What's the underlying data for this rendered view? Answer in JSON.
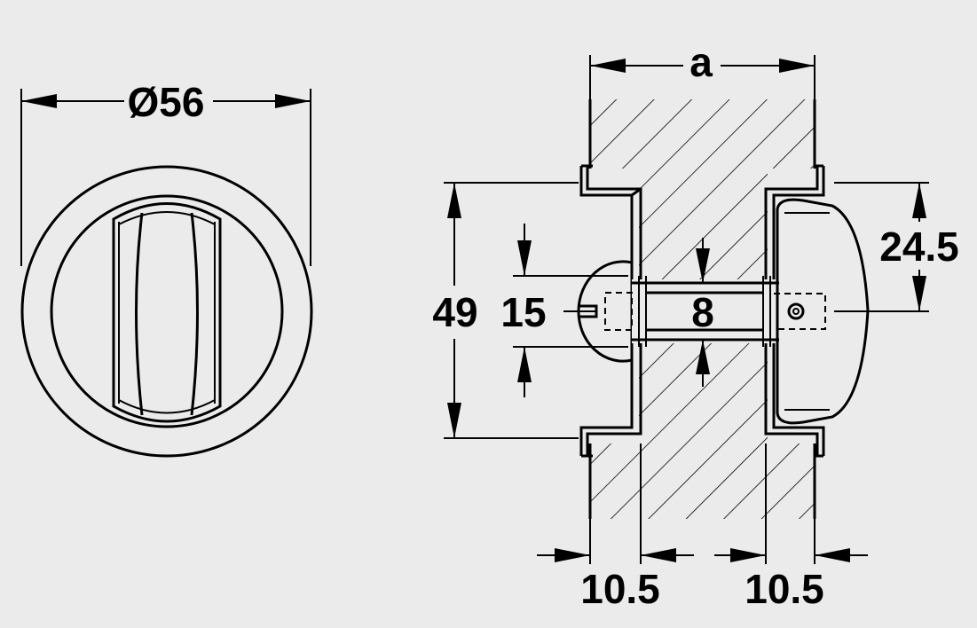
{
  "colors": {
    "background": "#ebebeb",
    "lines": "#000000"
  },
  "labels": {
    "diameter": "Ø56",
    "door_thickness": "a",
    "height": "49",
    "shaft_offset": "15",
    "spindle": "8",
    "knob_height": "24.5",
    "rose_left": "10.5",
    "rose_right": "10.5"
  }
}
